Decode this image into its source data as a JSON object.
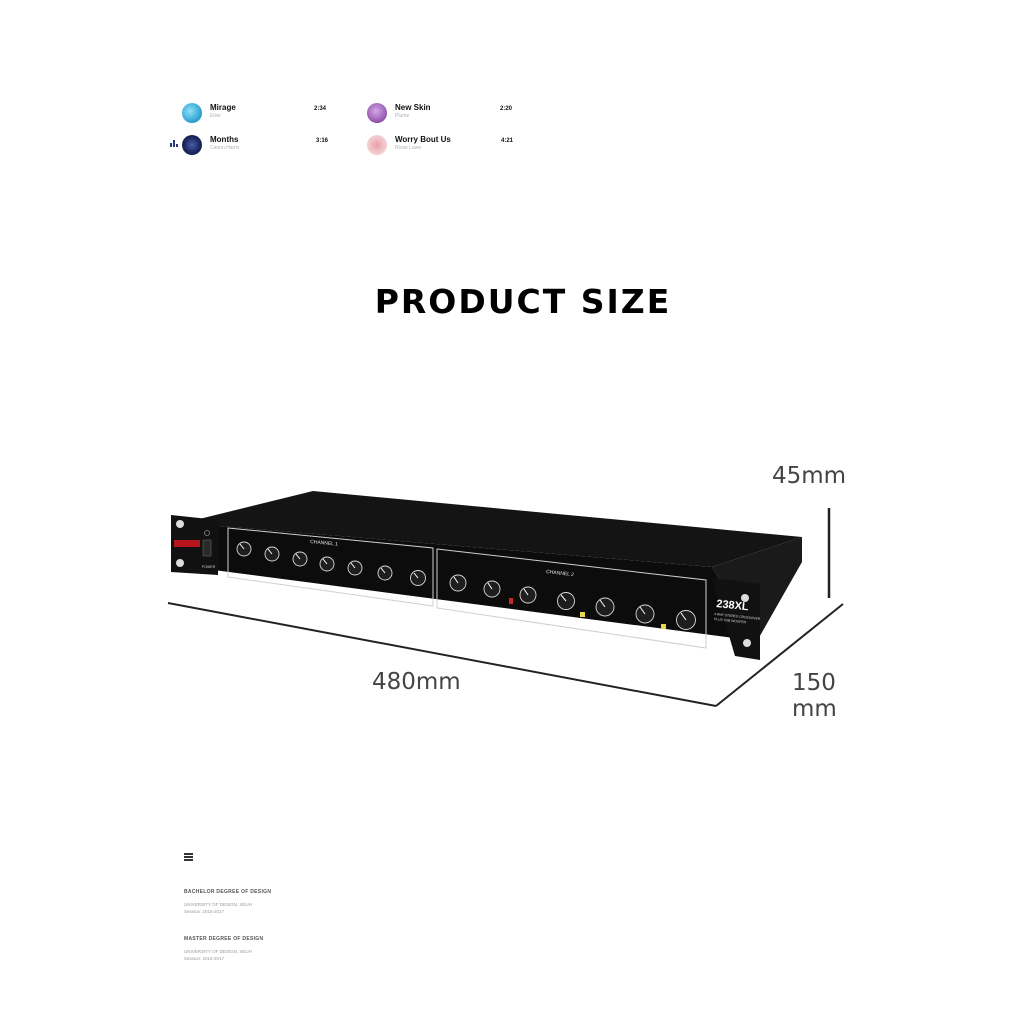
{
  "playlist": {
    "tracks": [
      {
        "title": "Mirage",
        "artist": "Elise",
        "duration": "2:34",
        "cover_color": "#35a8d8"
      },
      {
        "title": "New Skin",
        "artist": "Plume",
        "duration": "2:20",
        "cover_color": "#9c5fb5"
      },
      {
        "title": "Months",
        "artist": "Canon Harris",
        "duration": "3:16",
        "cover_color": "#1a2760"
      },
      {
        "title": "Worry Bout Us",
        "artist": "Rosie Lowe",
        "duration": "4:21",
        "cover_color": "#f2c8cc"
      }
    ],
    "now_playing_icon": "equalizer-icon",
    "accent_color": "#2a3580"
  },
  "heading": "PRODUCT SIZE",
  "product": {
    "model": "238XL",
    "subtitle_line1": "4 WAY STEREO CROSSOVER",
    "subtitle_line2": "PLUS SUB WOOFER",
    "channel_1_label": "CHANNEL 1",
    "channel_2_label": "CHANNEL 2",
    "power_label": "POWER",
    "led_color": "#e8d84a",
    "dimensions": {
      "height": "45mm",
      "width": "480mm",
      "depth_line1": "150",
      "depth_line2": "mm"
    }
  },
  "resume": {
    "menu_icon": "hamburger-menu-icon",
    "entries": [
      {
        "degree": "BACHELOR DEGREE OF DESIGN",
        "school": "UNIVERSITY OF DESIGN, SEUH",
        "session": "Session: 2015-2017"
      },
      {
        "degree": "MASTER DEGREE OF DESIGN",
        "school": "UNIVERSITY OF DESIGN, SEUH",
        "session": "Session: 2015-2017"
      }
    ]
  }
}
